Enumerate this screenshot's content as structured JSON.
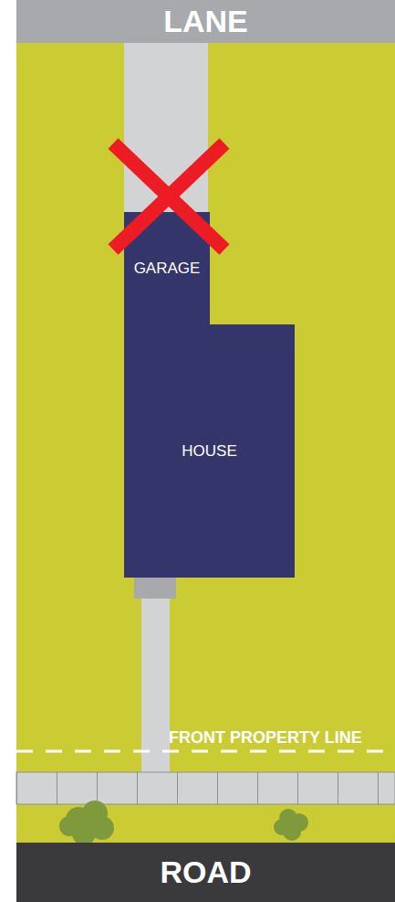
{
  "diagram": {
    "nodes": [
      {
        "text": [
          "LANE"
        ]
      },
      {
        "text": [
          "GARAGE"
        ]
      },
      {
        "text": [
          "HOUSE"
        ]
      },
      {
        "text": [
          "ROAD"
        ]
      }
    ],
    "labels": [
      "FRONT PROPERTY LINE"
    ]
  }
}
